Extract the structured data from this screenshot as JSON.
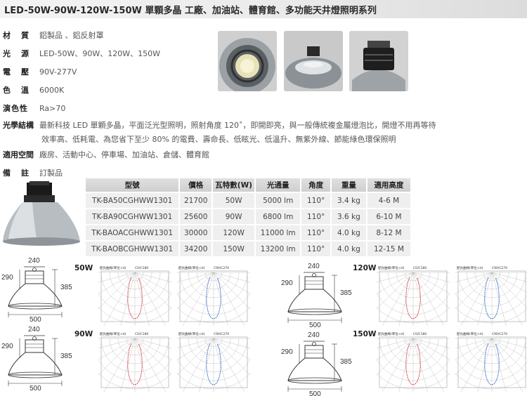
{
  "title": "LED-50W-90W-120W-150W 單顆多晶 工廠、加油站、體育館、多功能天井燈照明系列",
  "specs": [
    {
      "label": "材　質",
      "value": "鋁製品 、鋁反射罩"
    },
    {
      "label": "光　源",
      "value": "LED-50W、90W、120W、150W"
    },
    {
      "label": "電　壓",
      "value": "90V-277V"
    },
    {
      "label": "色　溫",
      "value": "6000K"
    },
    {
      "label": "演色性",
      "value": "Ra>70"
    },
    {
      "label": "光學結構",
      "value": "最新科技 LED 單顆多晶，平面泛光型照明，照射角度 120˚，即開即亮，與一般傳統複金屬燈泡比，開燈不用再等待"
    },
    {
      "label": "適用空間",
      "value": "廠房、活動中心、停車場、加油站、倉儲、體育館"
    },
    {
      "label": "備　註",
      "value": "訂製品"
    }
  ],
  "spec_line2": "效率高、低耗電、為您省下至少 80% 的電費、壽命長、低眩光、低溫升、無紫外線、節能綠色環保照明",
  "table": {
    "headers": [
      "型號",
      "價格",
      "瓦特數(W)",
      "光通量",
      "角度",
      "重量",
      "適用高度"
    ],
    "rows": [
      [
        "TK-BA50CGHWW1301",
        "21700",
        "50W",
        "5000 lm",
        "110°",
        "3.4 kg",
        "4-6 M"
      ],
      [
        "TK-BA90CGHWW1301",
        "25600",
        "90W",
        "6800 lm",
        "110°",
        "3.6 kg",
        "6-10 M"
      ],
      [
        "TK-BAOACGHWW1301",
        "30000",
        "120W",
        "11000 lm",
        "110°",
        "4.0 kg",
        "8-12 M"
      ],
      [
        "TK-BAOBCGHWW1301",
        "34200",
        "150W",
        "13200 lm",
        "110°",
        "4.0 kg",
        "12-15 M"
      ]
    ]
  },
  "diagrams": [
    {
      "watt": "50W",
      "w_top": "240",
      "h_body": "290",
      "h_total": "385",
      "w_base": "500"
    },
    {
      "watt": "90W",
      "w_top": "240",
      "h_body": "290",
      "h_total": "385",
      "w_base": "500"
    },
    {
      "watt": "120W",
      "w_top": "240",
      "h_body": "290",
      "h_total": "385",
      "w_base": "500"
    },
    {
      "watt": "150W",
      "w_top": "240",
      "h_body": "290",
      "h_total": "385",
      "w_base": "500"
    }
  ],
  "polar": {
    "title": "配光曲線(單位:cd)",
    "c0": "C0/C180",
    "c90": "C90/C270",
    "c0_color": "#d9232e",
    "c90_color": "#1f5fbf"
  },
  "colors": {
    "accent": "#2a2a2a",
    "header_bg": "#d6d6d6",
    "row_bg": "#efefef"
  }
}
